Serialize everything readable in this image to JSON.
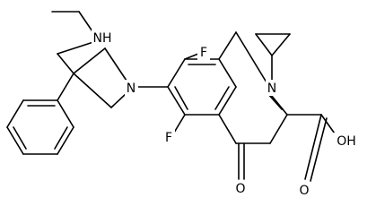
{
  "colors": {
    "background": "#ffffff",
    "ink": "#000000"
  },
  "molecule": {
    "atoms": [
      {
        "id": "n_amine",
        "text": "NH"
      },
      {
        "id": "n_pyrrol",
        "text": "N"
      },
      {
        "id": "f_top",
        "text": "F"
      },
      {
        "id": "f_left",
        "text": "F"
      },
      {
        "id": "n_quin",
        "text": "N"
      },
      {
        "id": "o_keto",
        "text": "O"
      },
      {
        "id": "oh_acid",
        "text": "OH"
      },
      {
        "id": "o_acid",
        "text": "O"
      }
    ]
  }
}
